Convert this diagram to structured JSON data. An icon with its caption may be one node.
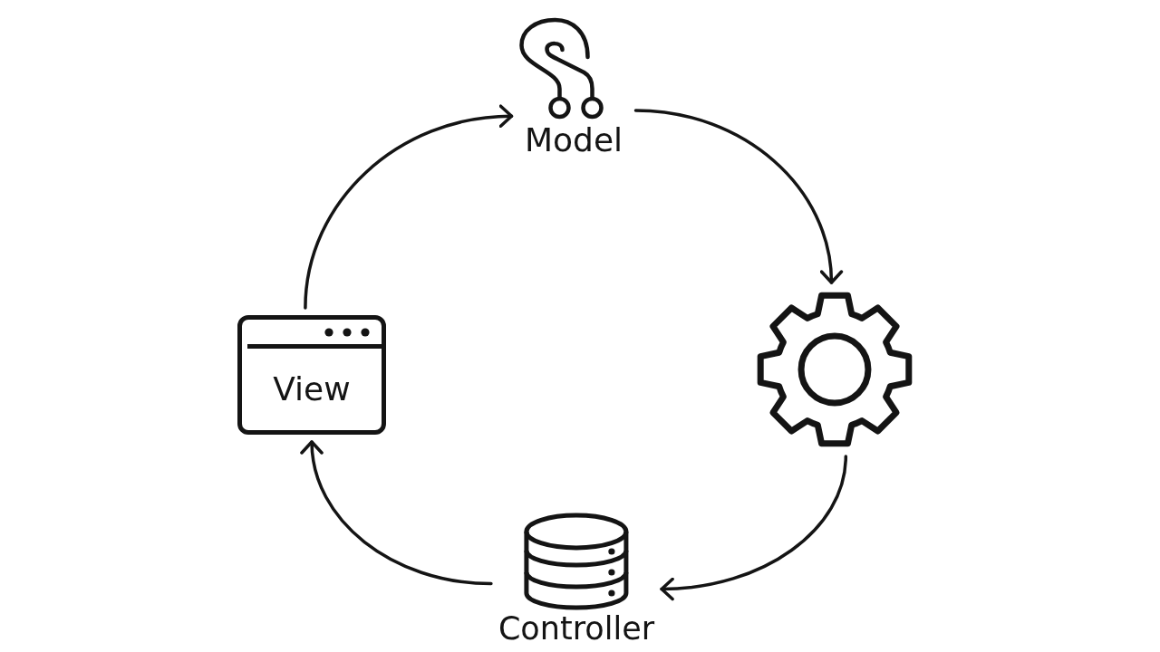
{
  "diagram": {
    "nodes": [
      {
        "text": [
          "Model"
        ]
      },
      {
        "text": [
          "View"
        ]
      },
      {
        "text": [],
        "shape": "gear"
      },
      {
        "text": [
          "Controller"
        ]
      }
    ],
    "edges": [
      {
        "from": 1,
        "to": 0,
        "arrow": "to"
      },
      {
        "from": 0,
        "to": 2,
        "arrow": "to"
      },
      {
        "from": 2,
        "to": 3,
        "arrow": "to"
      },
      {
        "from": 3,
        "to": 1,
        "arrow": "to"
      }
    ]
  }
}
